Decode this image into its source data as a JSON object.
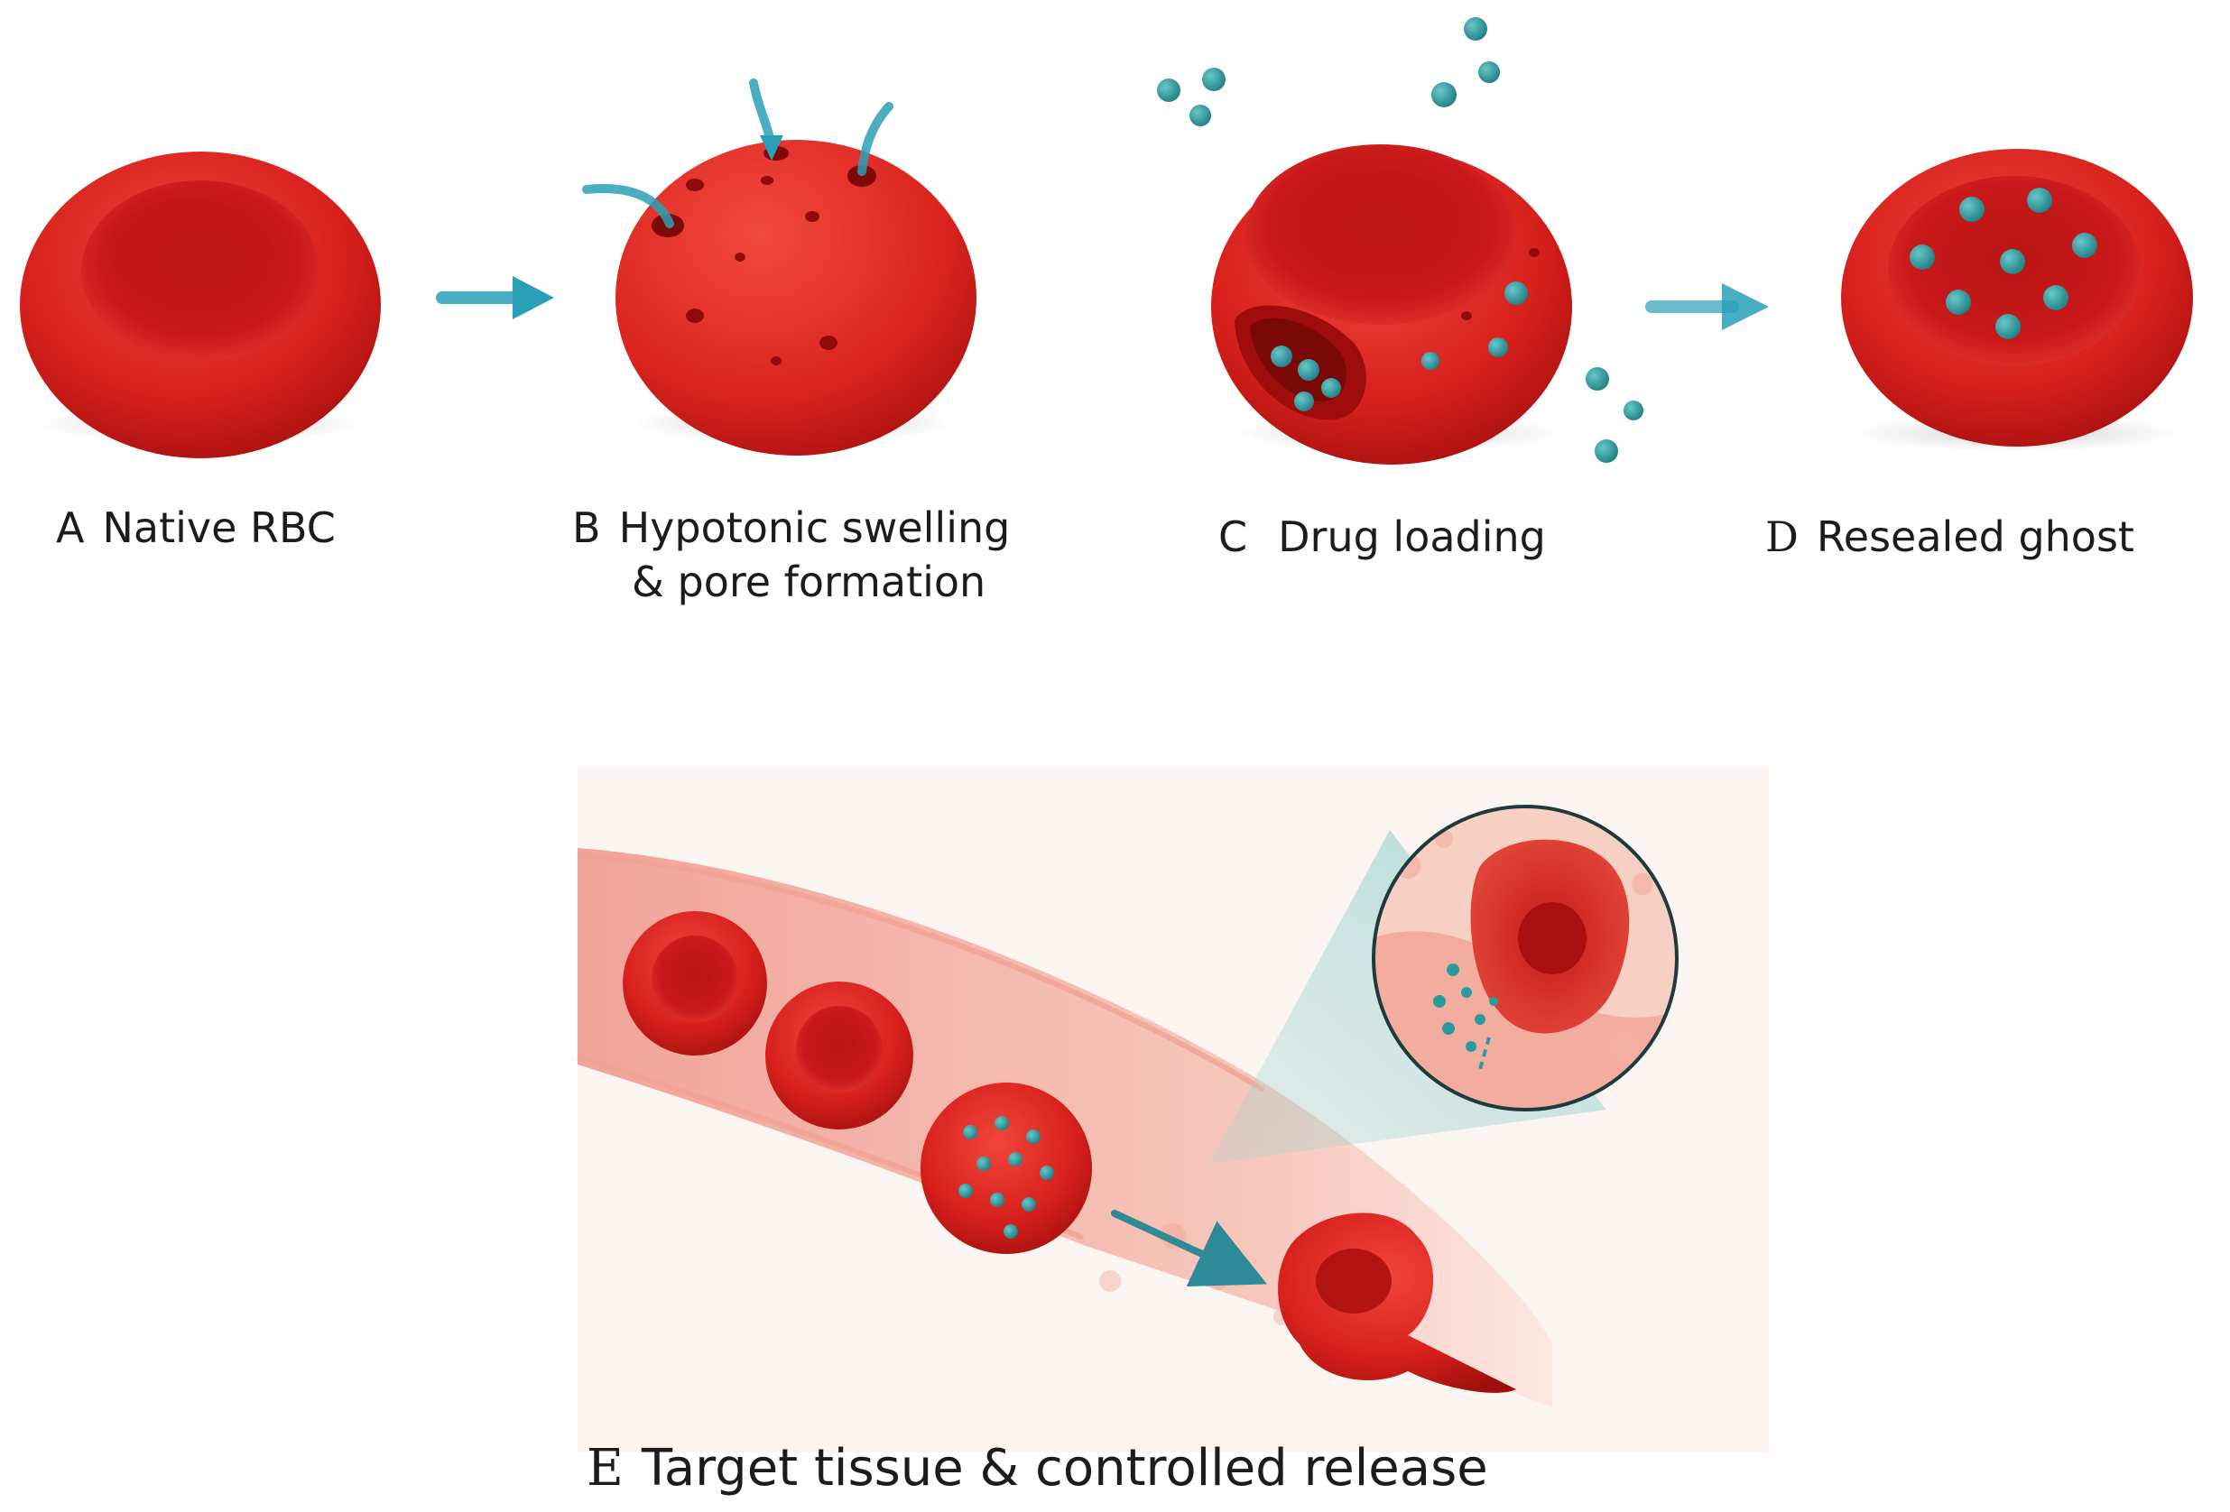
{
  "steps": [
    {
      "letter": "A",
      "title": "Native RBC"
    },
    {
      "letter": "B",
      "title": "Hypotonic swelling",
      "title2": "& pore formation"
    },
    {
      "letter": "C",
      "title": "Drug loading"
    },
    {
      "letter": "D",
      "title": "Resealed ghost"
    },
    {
      "letter": "E",
      "title": "Target tissue & controlled release"
    }
  ],
  "colors": {
    "rbc": "#d9221e",
    "rbc_dark": "#a50f0f",
    "drug": "#2a9a9f",
    "arrow": "#2aa0b8",
    "vessel": "#f3a89c"
  }
}
